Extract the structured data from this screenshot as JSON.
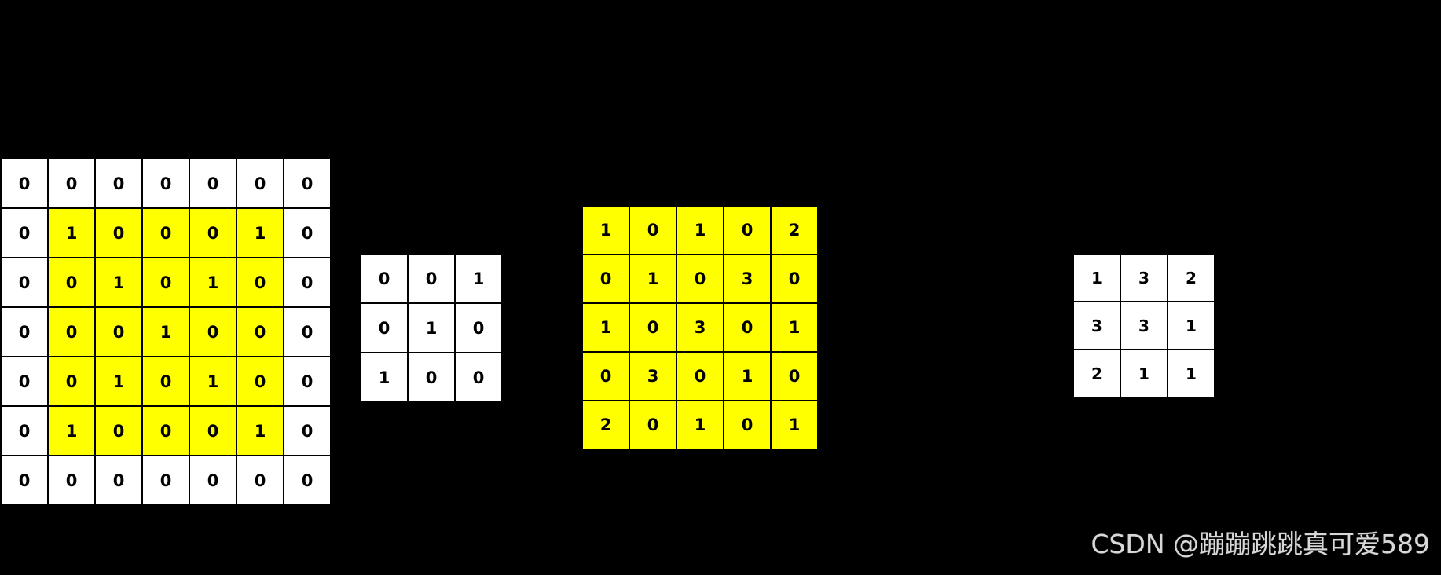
{
  "background_color": "#000000",
  "highlight_color": "#ffff00",
  "cell_color": "#ffffff",
  "text_color": "#000000",
  "matrices": {
    "input": {
      "name": "input-matrix",
      "rows": 7,
      "cols": 7,
      "values": [
        [
          "0",
          "0",
          "0",
          "0",
          "0",
          "0",
          "0"
        ],
        [
          "0",
          "1",
          "0",
          "0",
          "0",
          "1",
          "0"
        ],
        [
          "0",
          "0",
          "1",
          "0",
          "1",
          "0",
          "0"
        ],
        [
          "0",
          "0",
          "0",
          "1",
          "0",
          "0",
          "0"
        ],
        [
          "0",
          "0",
          "1",
          "0",
          "1",
          "0",
          "0"
        ],
        [
          "0",
          "1",
          "0",
          "0",
          "0",
          "1",
          "0"
        ],
        [
          "0",
          "0",
          "0",
          "0",
          "0",
          "0",
          "0"
        ]
      ],
      "highlight": [
        [
          false,
          false,
          false,
          false,
          false,
          false,
          false
        ],
        [
          false,
          true,
          true,
          true,
          true,
          true,
          false
        ],
        [
          false,
          true,
          true,
          true,
          true,
          true,
          false
        ],
        [
          false,
          true,
          true,
          true,
          true,
          true,
          false
        ],
        [
          false,
          true,
          true,
          true,
          true,
          true,
          false
        ],
        [
          false,
          true,
          true,
          true,
          true,
          true,
          false
        ],
        [
          false,
          false,
          false,
          false,
          false,
          false,
          false
        ]
      ]
    },
    "kernel": {
      "name": "kernel-matrix",
      "rows": 3,
      "cols": 3,
      "values": [
        [
          "0",
          "0",
          "1"
        ],
        [
          "0",
          "1",
          "0"
        ],
        [
          "1",
          "0",
          "0"
        ]
      ],
      "highlight": [
        [
          false,
          false,
          false
        ],
        [
          false,
          false,
          false
        ],
        [
          false,
          false,
          false
        ]
      ]
    },
    "product": {
      "name": "product-matrix",
      "rows": 5,
      "cols": 5,
      "values": [
        [
          "1",
          "0",
          "1",
          "0",
          "2"
        ],
        [
          "0",
          "1",
          "0",
          "3",
          "0"
        ],
        [
          "1",
          "0",
          "3",
          "0",
          "1"
        ],
        [
          "0",
          "3",
          "0",
          "1",
          "0"
        ],
        [
          "2",
          "0",
          "1",
          "0",
          "1"
        ]
      ],
      "highlight": [
        [
          true,
          true,
          true,
          true,
          true
        ],
        [
          true,
          true,
          true,
          true,
          true
        ],
        [
          true,
          true,
          true,
          true,
          true
        ],
        [
          true,
          true,
          true,
          true,
          true
        ],
        [
          true,
          true,
          true,
          true,
          true
        ]
      ]
    },
    "result": {
      "name": "result-matrix",
      "rows": 3,
      "cols": 3,
      "values": [
        [
          "1",
          "3",
          "2"
        ],
        [
          "3",
          "3",
          "1"
        ],
        [
          "2",
          "1",
          "1"
        ]
      ],
      "highlight": [
        [
          false,
          false,
          false
        ],
        [
          false,
          false,
          false
        ],
        [
          false,
          false,
          false
        ]
      ]
    }
  },
  "watermark": {
    "text": "CSDN @蹦蹦跳跳真可爱589"
  }
}
